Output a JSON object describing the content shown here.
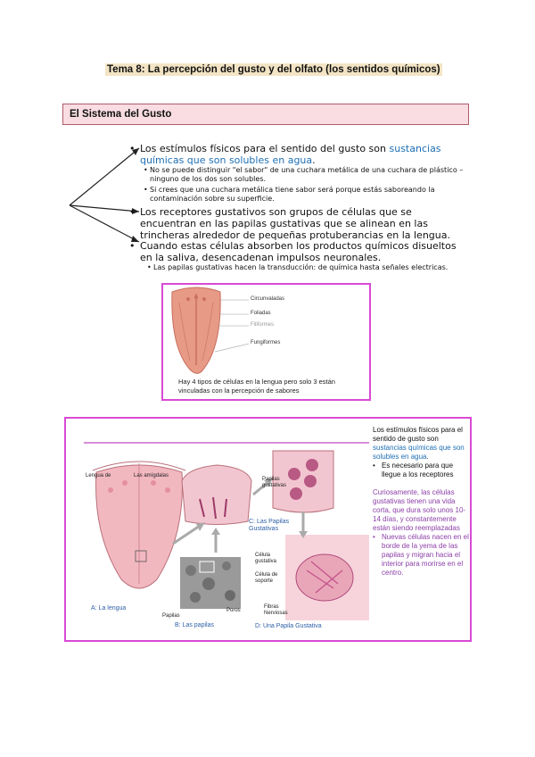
{
  "document": {
    "title": "Tema 8: La percepción del gusto y del olfato (los sentidos químicos)",
    "section_heading": "El Sistema del Gusto"
  },
  "bullets": {
    "b1_part1": "Los estímulos físicos para el sentido del gusto son ",
    "b1_highlight": "sustancias químicas que son solubles en agua",
    "b1_end": ".",
    "b1_sub1": "No se puede distinguir \"el sabor\" de una cuchara metálica de una cuchara de plástico – ninguno de los dos son solubles.",
    "b1_sub2": "Si crees que una cuchara metálica tiene sabor será porque estás saboreando la contaminación sobre su superficie.",
    "b2": "Los receptores gustativos son grupos de células que se encuentran en las papilas gustativas que se alinean en las trincheras alrededor de pequeñas protuberancias en la lengua.",
    "b3": "Cuando estas células absorben los productos químicos disueltos en la saliva, desencadenan impulsos neuronales.",
    "b3_sub1": "Las papilas gustativas hacen la transducción:  de química hasta señales electricas."
  },
  "tongue_figure": {
    "labels": [
      "Circunvaladas",
      "Foliadas",
      "Filiformes",
      "Fungiformes"
    ],
    "caption": "Hay 4 tipos de células en la lengua pero solo 3 están vinculadas con la percepción de sabores"
  },
  "big_figure": {
    "label_lengua_top_left": "Lengua de",
    "label_amigdalas": "Las amígdalas",
    "label_papilas_gustativas": "Papilas gustativas",
    "caption_a": "A: La lengua",
    "caption_b": "B: Las papilas",
    "caption_c": "C: Las Papilas Gustativas",
    "caption_d": "D: Una Papila Gustativa",
    "label_poros": "Poros",
    "label_papilas": "Papilas",
    "label_celula_gustativa": "Célula gustativa",
    "label_celula_soporte": "Célula de soporte",
    "label_fibras": "Fibras Nerviosas"
  },
  "side_text": {
    "p1_start": "Los estímulos físicos para el sentido de gusto son ",
    "p1_highlight": "sustancias químicas que son solubles en agua",
    "p1_end": ".",
    "p1_bullet": "Es necesario para que llegue a los receptores",
    "p2": "Curiosamente, las células gustativas tienen una vida corta, que dura solo unos 10-14 días, y constantemente están siendo reemplazadas",
    "p2_bullet": "Nuevas células nacen en el borde de la yema de las papilas y migran hacia el interior para morirse en el centro."
  },
  "colors": {
    "accent_pink": "#d94ad4",
    "link_blue": "#1d6fb5",
    "purple": "#8c3fa8",
    "section_bg": "#f9dde2"
  }
}
